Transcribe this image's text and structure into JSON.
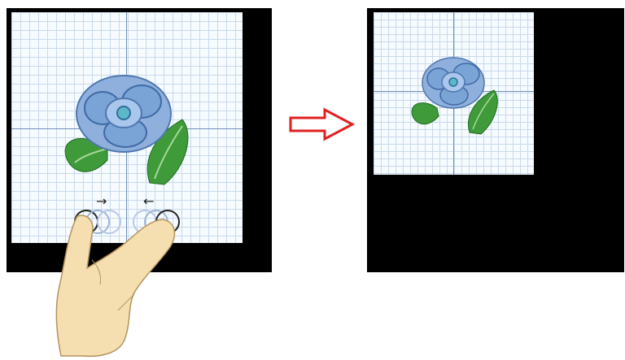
{
  "screen": {
    "before_panel": "edit-screen-before",
    "after_panel": "edit-screen-after"
  },
  "gesture": {
    "type": "pinch-in",
    "left_arrow_glyph": "→",
    "right_arrow_glyph": "←"
  },
  "icons": {
    "transition": "right-arrow-icon",
    "hand": "hand-icon",
    "embroidery": "flower-embroidery-icon"
  },
  "colors": {
    "frame": "#000000",
    "grid_bg": "#f6fbff",
    "grid_line": "#c9d9ea",
    "axis": "#6f8fb5",
    "petal": "#7aa3d6",
    "leaf": "#3f9a3a",
    "transition_arrow": "#e02020",
    "skin": "#f5dfb0"
  }
}
